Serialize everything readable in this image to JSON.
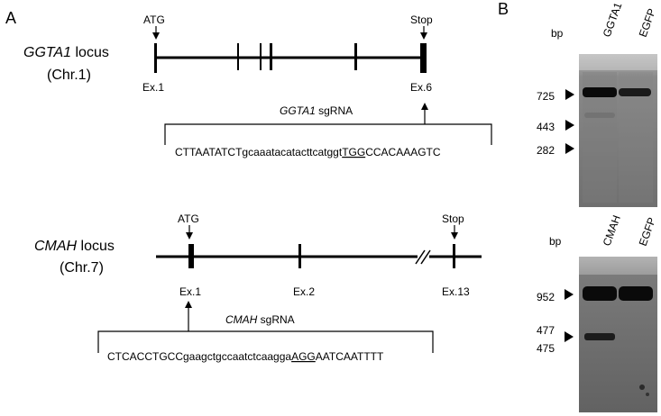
{
  "figure": {
    "panel_a_label": "A",
    "panel_b_label": "B",
    "ggta1": {
      "locus_name": "GGTA1",
      "locus_word": " locus",
      "chromosome": "(Chr.1)",
      "start_label": "ATG",
      "stop_label": "Stop",
      "exon_first": "Ex.1",
      "exon_last": "Ex.6",
      "sgrna_name": "GGTA1",
      "sgrna_word": " sgRNA",
      "seq_prefix": "CTTAATATCTgcaaatacatacttcatggt",
      "seq_pam": "TGG",
      "seq_suffix": "CCACAAAGTC"
    },
    "cmah": {
      "locus_name": "CMAH",
      "locus_word": " locus",
      "chromosome": "(Chr.7)",
      "start_label": "ATG",
      "stop_label": "Stop",
      "exon1": "Ex.1",
      "exon2": "Ex.2",
      "exon13": "Ex.13",
      "sgrna_name": "CMAH",
      "sgrna_word": " sgRNA",
      "seq_prefix": "CTCACCTGCCgaagctgccaatctcaagga",
      "seq_pam": "AGG",
      "seq_suffix": "AATCAATTTT"
    },
    "gel_top": {
      "bp_label": "bp",
      "lanes": [
        "GGTA1",
        "EGFP"
      ],
      "markers": [
        "725",
        "443",
        "282"
      ]
    },
    "gel_bottom": {
      "bp_label": "bp",
      "lanes": [
        "CMAH",
        "EGFP"
      ],
      "markers": [
        "952",
        "477",
        "475"
      ]
    }
  }
}
